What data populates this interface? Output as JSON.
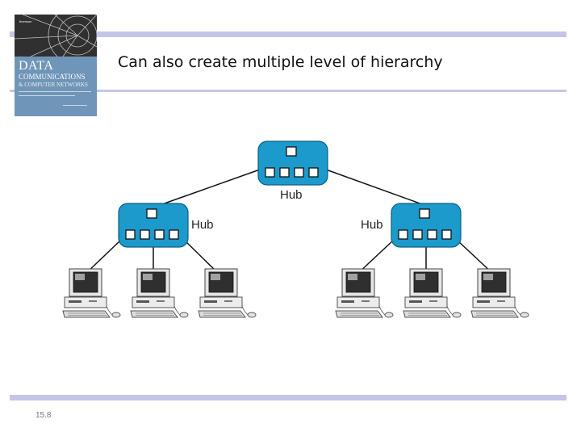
{
  "slide": {
    "title": "Can also create multiple level of hierarchy",
    "number": "15.8"
  },
  "book_cover": {
    "line1": "DATA",
    "line2": "COMMUNICATIONS",
    "line3": "& COMPUTER NETWORKS",
    "publisher": "thomson"
  },
  "diagram": {
    "hubs": [
      {
        "id": "root-hub",
        "label": "Hub"
      },
      {
        "id": "left-hub",
        "label": "Hub"
      },
      {
        "id": "right-hub",
        "label": "Hub"
      }
    ],
    "computers_per_hub": 3
  },
  "colors": {
    "hub_fill": "#1b9acb",
    "rule": "#c5c5ea",
    "cover_band": "#6f95b8"
  }
}
